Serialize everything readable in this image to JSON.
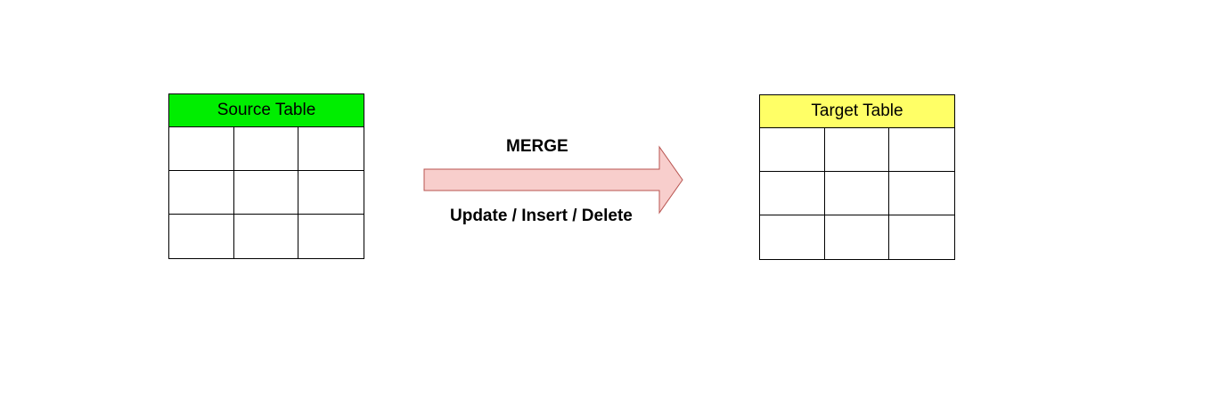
{
  "source_table": {
    "title": "Source Table",
    "header_color": "#00ee00",
    "rows": 3,
    "columns": 3
  },
  "target_table": {
    "title": "Target Table",
    "header_color": "#ffff66",
    "rows": 3,
    "columns": 3
  },
  "arrow": {
    "label_top": "MERGE",
    "label_bottom": "Update / Insert / Delete",
    "fill_color": "#f8cecc",
    "stroke_color": "#b85450"
  }
}
